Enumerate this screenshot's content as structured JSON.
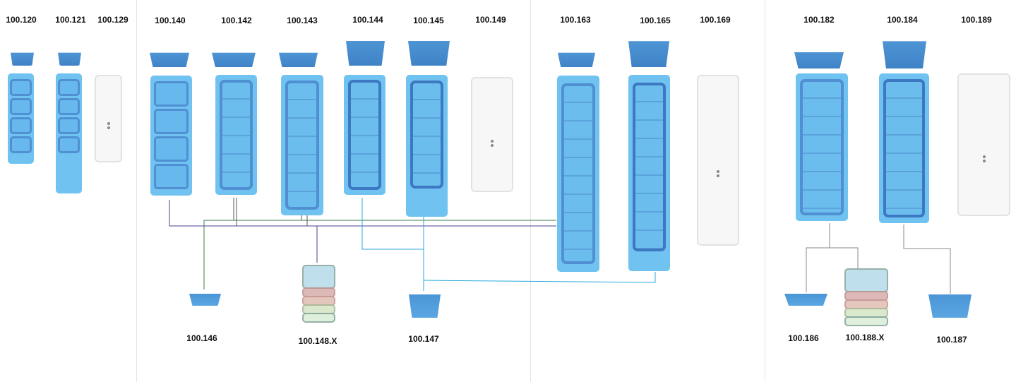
{
  "labels": {
    "p120": "100.120",
    "p121": "100.121",
    "p129": "100.129",
    "p140": "100.140",
    "p142": "100.142",
    "p143": "100.143",
    "p144": "100.144",
    "p145": "100.145",
    "p149": "100.149",
    "p163": "100.163",
    "p165": "100.165",
    "p169": "100.169",
    "p182": "100.182",
    "p184": "100.184",
    "p189": "100.189",
    "p146": "100.146",
    "p148x": "100.148.X",
    "p147": "100.147",
    "p186": "100.186",
    "p188x": "100.188.X",
    "p187": "100.187"
  },
  "colors": {
    "container": "#70c3f0",
    "lid": "#4289c9",
    "line_purple": "#4b3f8e",
    "line_green": "#3d7b4e",
    "line_blue": "#2aa9dc",
    "line_gray": "#8a8a8a"
  }
}
